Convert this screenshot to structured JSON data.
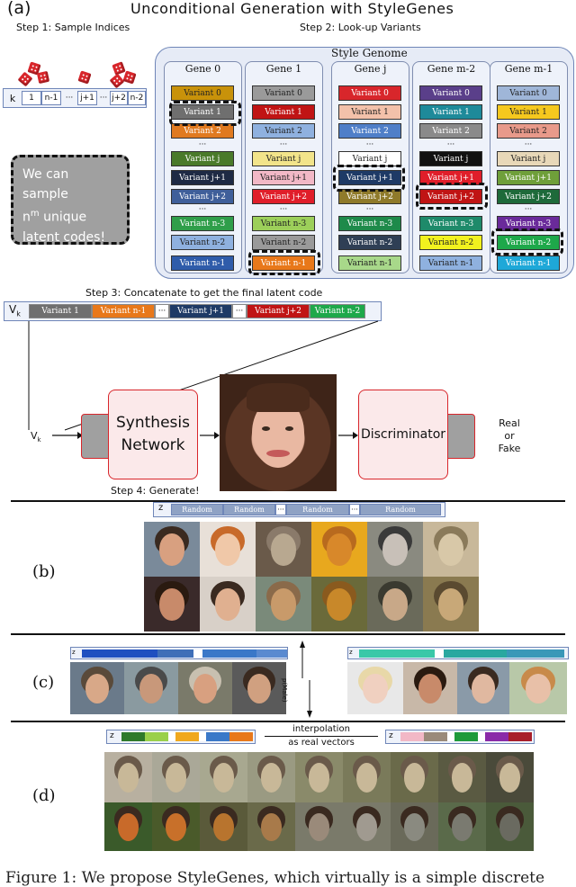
{
  "header": {
    "panel_a": "(a)",
    "title": "Unconditional  Generation with StyleGenes",
    "step1": "Step 1: Sample Indices",
    "step2": "Step 2: Look-up Variants",
    "genome_title": "Style Genome"
  },
  "indices": {
    "prefix": "k",
    "cells": [
      "1",
      "n-1",
      "···",
      "j+1",
      "···",
      "j+2",
      "n-2"
    ]
  },
  "callout": {
    "line1": "We can sample",
    "line2_base": "n",
    "line2_sup": "m",
    "line2_rest": " unique",
    "line3": "latent codes!"
  },
  "genes": [
    {
      "title": "Gene 0",
      "top": [
        {
          "label": "Variant 0",
          "color": "#c8920a"
        },
        {
          "label": "Variant 1",
          "color": "#6f6f6f"
        },
        {
          "label": "Variant 2",
          "color": "#e07a1f"
        }
      ],
      "mid": [
        {
          "label": "Variant j",
          "color": "#4a7a2a"
        },
        {
          "label": "Variant j+1",
          "color": "#1e2a44"
        },
        {
          "label": "Variant j+2",
          "color": "#3f5f9a"
        }
      ],
      "bot": [
        {
          "label": "Variant n-3",
          "color": "#2f9e4a"
        },
        {
          "label": "Variant n-2",
          "color": "#8fb1df"
        },
        {
          "label": "Variant n-1",
          "color": "#2f5caa"
        }
      ]
    },
    {
      "title": "Gene 1",
      "top": [
        {
          "label": "Variant 0",
          "color": "#9a9a9a"
        },
        {
          "label": "Variant 1",
          "color": "#c01414"
        },
        {
          "label": "Variant 2",
          "color": "#8fb1df"
        }
      ],
      "mid": [
        {
          "label": "Variant j",
          "color": "#f2e48a"
        },
        {
          "label": "Variant j+1",
          "color": "#f2b8c6"
        },
        {
          "label": "Variant j+2",
          "color": "#e01e2a"
        }
      ],
      "bot": [
        {
          "label": "Variant n-3",
          "color": "#9ccf5a"
        },
        {
          "label": "Variant n-2",
          "color": "#9a9a9a"
        },
        {
          "label": "Variant n-1",
          "color": "#e8781a"
        }
      ]
    },
    {
      "title": "Gene j",
      "top": [
        {
          "label": "Variant 0",
          "color": "#d8262b"
        },
        {
          "label": "Variant 1",
          "color": "#f3c1aa"
        },
        {
          "label": "Variant 2",
          "color": "#4f7fc8"
        }
      ],
      "mid": [
        {
          "label": "Variant j",
          "color": "#ffffff"
        },
        {
          "label": "Variant j+1",
          "color": "#1e3a66"
        },
        {
          "label": "Variant j+2",
          "color": "#8f7a2a"
        }
      ],
      "bot": [
        {
          "label": "Variant n-3",
          "color": "#1e8a4a"
        },
        {
          "label": "Variant n-2",
          "color": "#2f3f55"
        },
        {
          "label": "Variant n-1",
          "color": "#a8d88a"
        }
      ]
    },
    {
      "title": "Gene m-2",
      "top": [
        {
          "label": "Variant 0",
          "color": "#5a3f8a"
        },
        {
          "label": "Variant 1",
          "color": "#1e8a9a"
        },
        {
          "label": "Variant 2",
          "color": "#8a8a8a"
        }
      ],
      "mid": [
        {
          "label": "Variant j",
          "color": "#111111"
        },
        {
          "label": "Variant j+1",
          "color": "#e01e2a"
        },
        {
          "label": "Variant j+2",
          "color": "#c01414"
        }
      ],
      "bot": [
        {
          "label": "Variant n-3",
          "color": "#1e8a6a"
        },
        {
          "label": "Variant n-2",
          "color": "#f2f21e"
        },
        {
          "label": "Variant n-1",
          "color": "#8fb1df"
        }
      ]
    },
    {
      "title": "Gene m-1",
      "top": [
        {
          "label": "Variant 0",
          "color": "#9fb6d8"
        },
        {
          "label": "Variant 1",
          "color": "#f5c81e"
        },
        {
          "label": "Variant 2",
          "color": "#e89a8a"
        }
      ],
      "mid": [
        {
          "label": "Variant j",
          "color": "#e8d8b8"
        },
        {
          "label": "Variant j+1",
          "color": "#6f9f3a"
        },
        {
          "label": "Variant j+2",
          "color": "#1e6a3a"
        }
      ],
      "bot": [
        {
          "label": "Variant n-3",
          "color": "#6a2a9a"
        },
        {
          "label": "Variant n-2",
          "color": "#1ea84a"
        },
        {
          "label": "Variant n-1",
          "color": "#1ea8d8"
        }
      ]
    }
  ],
  "concat": {
    "step3": "Step 3: Concatenate to get the final latent code",
    "prefix": "V",
    "prefix_sub": "k",
    "cells": [
      {
        "label": "Variant 1",
        "color": "#6f6f6f"
      },
      {
        "label": "Variant n-1",
        "color": "#e8781a"
      },
      {
        "label": "···",
        "color": "#ffffff"
      },
      {
        "label": "Variant j+1",
        "color": "#1e3a66"
      },
      {
        "label": "···",
        "color": "#ffffff"
      },
      {
        "label": "Variant j+2",
        "color": "#c01414"
      },
      {
        "label": "Variant n-2",
        "color": "#1ea84a"
      }
    ]
  },
  "generator": {
    "input": "V",
    "input_sub": "k",
    "synthesis_line1": "Synthesis",
    "synthesis_line2": "Network",
    "discriminator": "Discriminator",
    "output_line1": "Real",
    "output_line2": "or",
    "output_line3": "Fake",
    "step4": "Step 4:  Generate!"
  },
  "panel_b": {
    "label": "(b)",
    "z": "z",
    "cells": [
      "Random",
      "Random",
      "···",
      "Random",
      "···",
      "Random"
    ]
  },
  "panel_c": {
    "label": "(c)",
    "z": "z",
    "axis_label": "p(Male)"
  },
  "panel_d": {
    "label": "(d)",
    "z": "z",
    "interp_line1": "interpolation",
    "interp_line2": "as real vectors"
  },
  "caption": {
    "text": "Figure 1:  We propose StyleGenes, which virtually is a simple discrete"
  },
  "colors": {
    "gene_bg": "#eef2fa",
    "gene_border": "#7f8db0",
    "callout_bg": "#a0a0a0",
    "box_pink": "#fbe9ea",
    "box_pink_border": "#d8262b"
  }
}
